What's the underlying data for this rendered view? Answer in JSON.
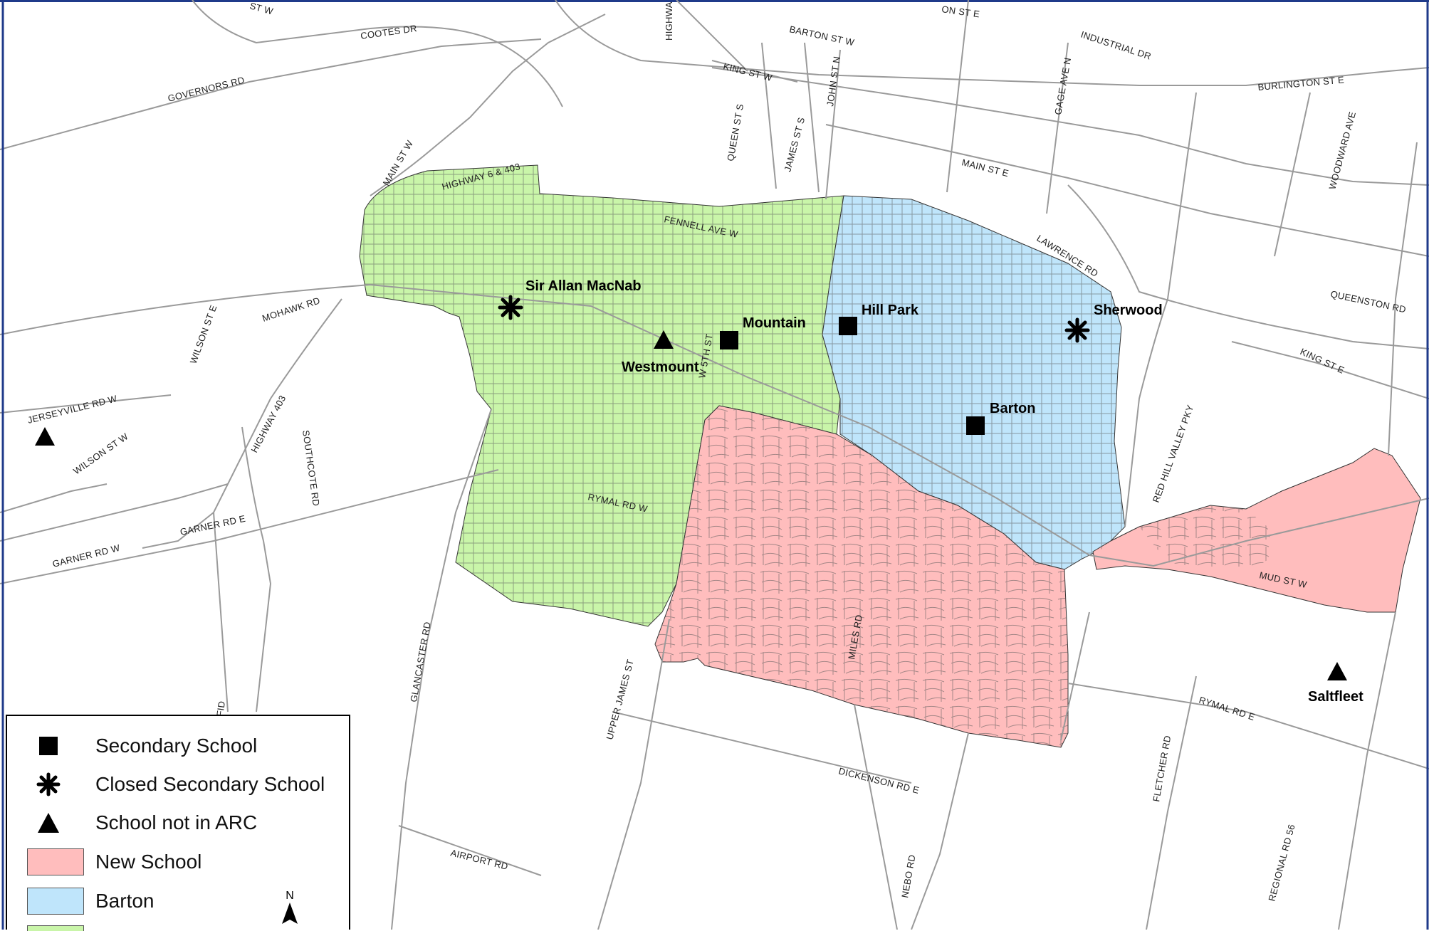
{
  "map": {
    "colors": {
      "new_school": "#ffbdbd",
      "barton": "#bfe5fb",
      "other_zone": "#c9f5a9",
      "road": "#9a9a9a",
      "frame": "#1f3a8a"
    },
    "road_labels": {
      "cootes": "COOTES DR",
      "governors": "GOVERNORS RD",
      "main_w": "MAIN ST W",
      "hwy6": "HIGHWAY 6 & 403",
      "mohawk": "MOHAWK RD",
      "wilson_e": "WILSON ST E",
      "jerseyville": "JERSEYVILLE RD W",
      "wilson_w": "WILSON ST W",
      "hwy403": "HIGHWAY 403",
      "southcote": "SOUTHCOTE RD",
      "garner_e": "GARNER RD E",
      "garner_w": "GARNER RD W",
      "barton_w": "BARTON ST W",
      "king_w": "KING ST W",
      "queen": "QUEEN ST S",
      "james": "JAMES ST S",
      "john": "JOHN ST N",
      "industrial": "INDUSTRIAL DR",
      "gage": "GAGE AVE N",
      "burlington": "BURLINGTON ST E",
      "woodward": "WOODWARD AVE",
      "main_e": "MAIN ST E",
      "lawrence": "LAWRENCE RD",
      "queenston": "QUEENSTON RD",
      "king_e": "KING ST E",
      "fennell": "FENNELL AVE W",
      "fifth": "W 5TH ST",
      "rymal_w": "RYMAL RD W",
      "red_hill": "RED HILL VALLEY PKY",
      "mud": "MUD ST W",
      "rymal_e": "RYMAL RD E",
      "glancaster": "GLANCASTER RD",
      "upper_james": "UPPER JAMES ST",
      "miles": "MILES RD",
      "dickenson": "DICKENSON RD E",
      "fletcher": "FLETCHER RD",
      "nebo": "NEBO RD",
      "regional56": "REGIONAL RD 56",
      "airport": "AIRPORT RD",
      "fid": "FID",
      "highway_top": "HIGHWA",
      "st_w_top": "ST W",
      "on_st_e_top": "ON ST E"
    },
    "schools": {
      "sir_allan_macnab": "Sir Allan MacNab",
      "westmount": "Westmount",
      "mountain": "Mountain",
      "hill_park": "Hill Park",
      "sherwood": "Sherwood",
      "barton": "Barton",
      "saltfleet": "Saltfleet"
    }
  },
  "legend": {
    "items": [
      {
        "symbol": "square-icon",
        "label": "Secondary School"
      },
      {
        "symbol": "asterisk-icon",
        "label": "Closed Secondary School"
      },
      {
        "symbol": "triangle-icon",
        "label": "School not in ARC"
      },
      {
        "symbol": "swatch",
        "label": "New School"
      },
      {
        "symbol": "swatch",
        "label": "Barton"
      }
    ],
    "north_letter": "N"
  }
}
